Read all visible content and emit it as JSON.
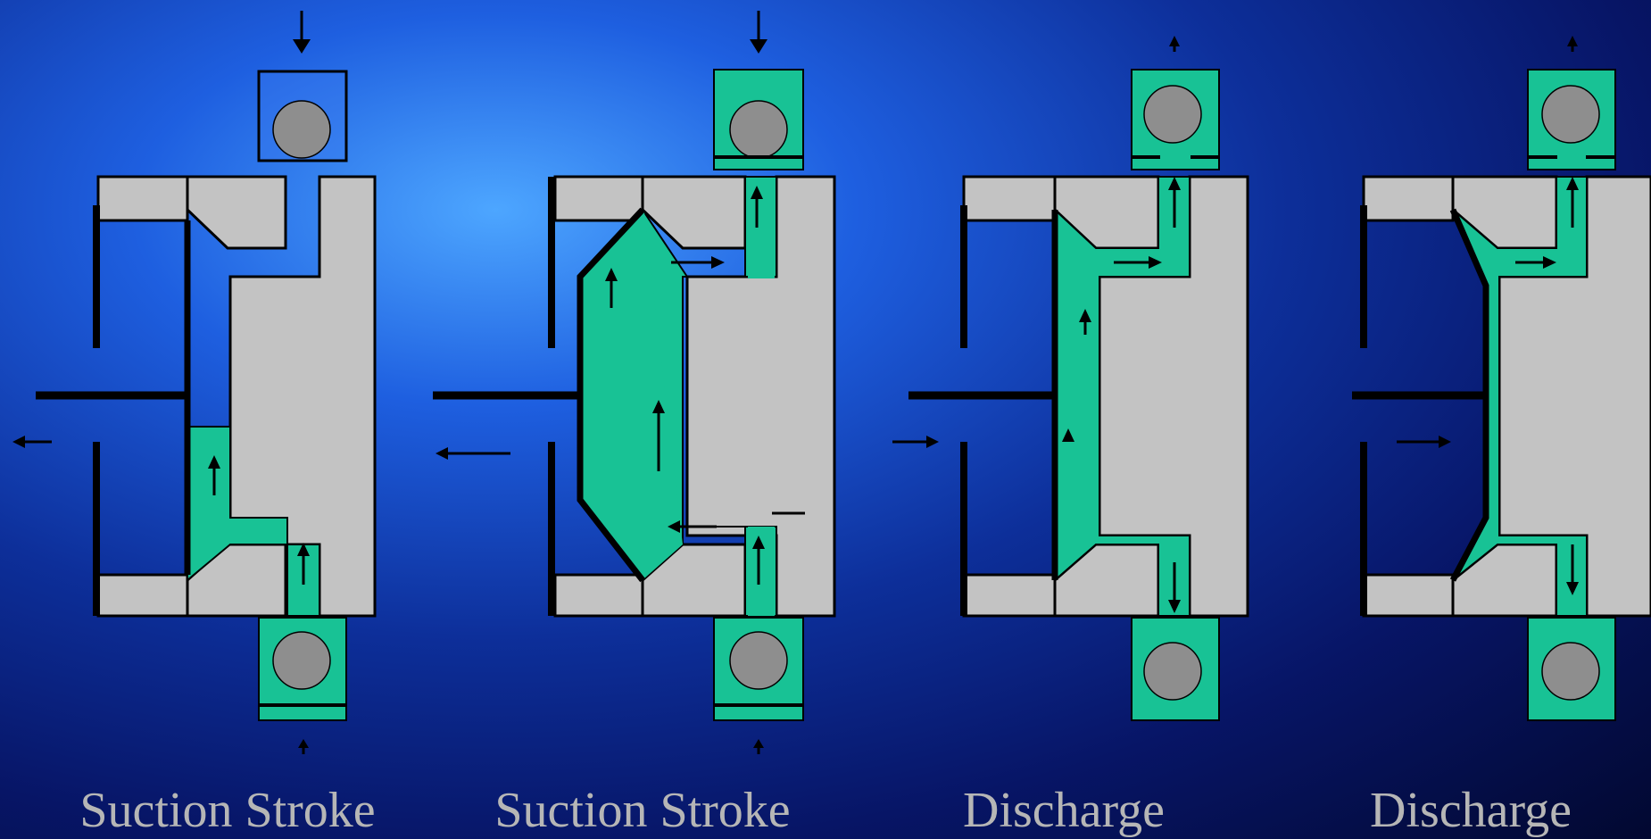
{
  "stages": [
    {
      "caption": "Suction Stroke"
    },
    {
      "caption": "Suction Stroke"
    },
    {
      "caption": "Discharge"
    },
    {
      "caption": "Discharge"
    }
  ],
  "colors": {
    "fluid": "#18c295",
    "valve_body": "#c3c3c3",
    "valve_ball": "#8e8e8e",
    "background": "#0d2f9a",
    "caption_text": "#b6b6b6"
  }
}
